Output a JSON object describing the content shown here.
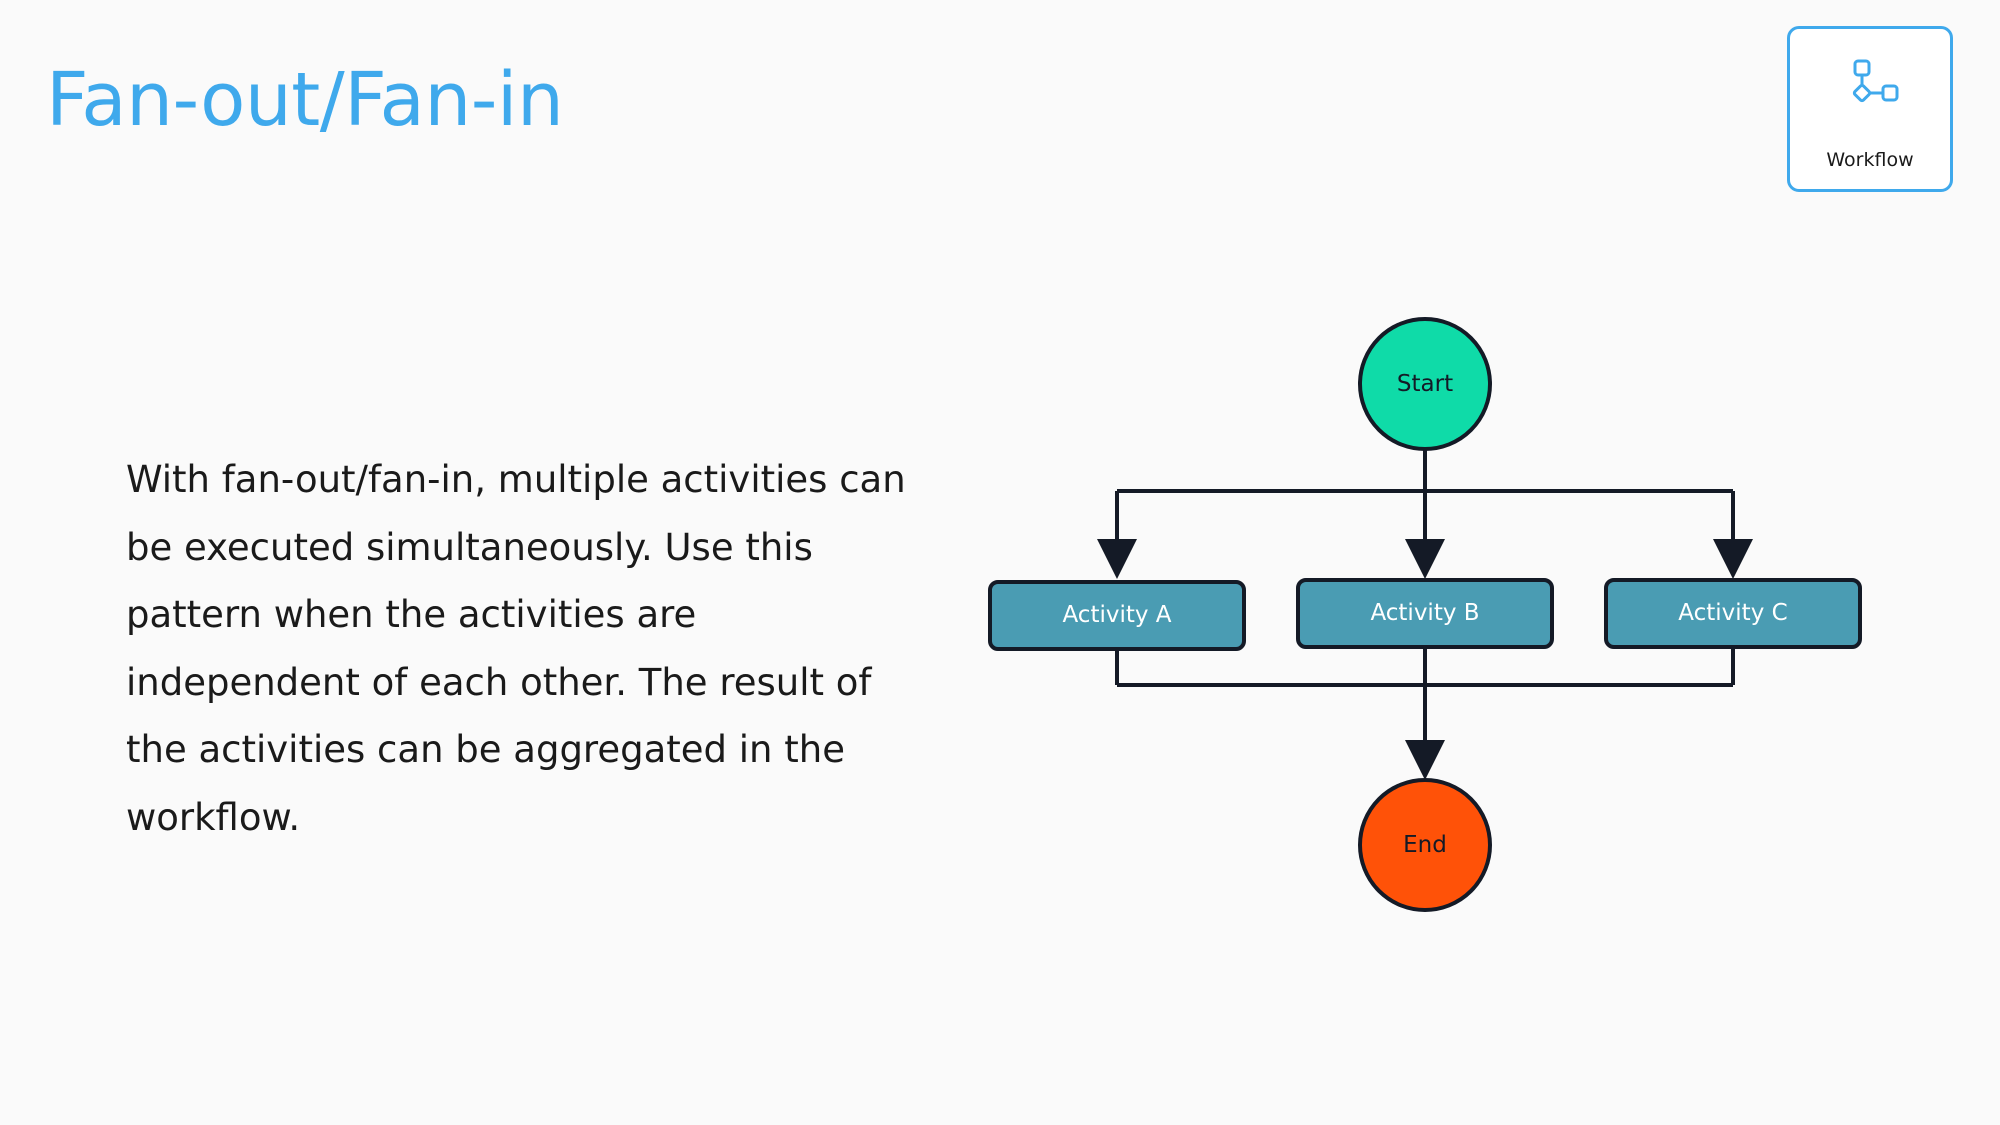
{
  "title": "Fan-out/Fan-in",
  "badge": {
    "label": "Workflow",
    "icon": "workflow-icon"
  },
  "description": "With fan-out/fan-in, multiple activities can be executed simultaneously. Use this pattern when the activities are independent of each other. The result of the activities can be aggregated in the workflow.",
  "diagram": {
    "nodes": {
      "start": "Start",
      "activity_a": "Activity A",
      "activity_b": "Activity B",
      "activity_c": "Activity C",
      "end": "End"
    }
  },
  "colors": {
    "title": "#3fa9ec",
    "start": "#0fdba8",
    "activity": "#4a9cb3",
    "end": "#ff5208",
    "stroke": "#141a26"
  }
}
